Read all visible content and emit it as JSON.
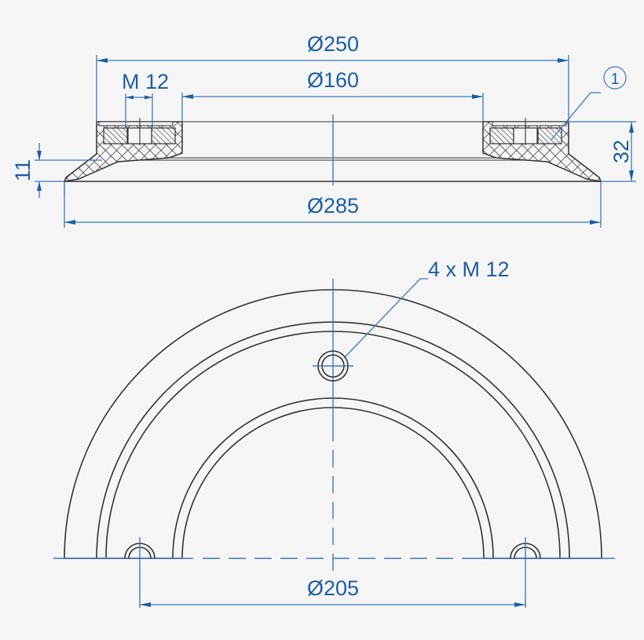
{
  "drawing": {
    "colors": {
      "background": "#f5f5f5",
      "geometry": "#333333",
      "dimension": "#3a78bd",
      "dimension_text": "#1b5fa3"
    },
    "section_view": {
      "dimensions": {
        "outer_top_diameter": "Ø250",
        "inner_diameter": "Ø160",
        "thread": "M 12",
        "base_diameter": "Ø285",
        "height": "32",
        "lip_height": "11"
      },
      "balloon": "1"
    },
    "top_view": {
      "hole_callout": "4 x M 12",
      "bolt_circle_diameter": "Ø205"
    }
  }
}
